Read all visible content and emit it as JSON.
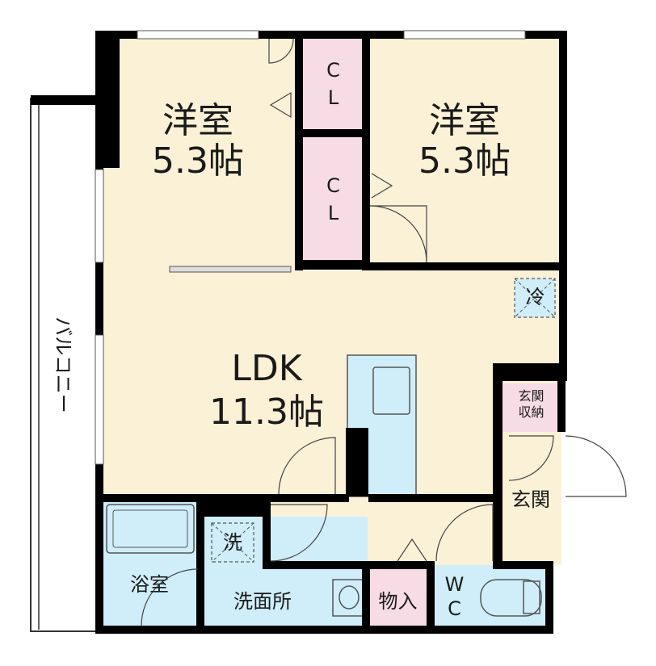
{
  "rooms": {
    "western1": {
      "name": "洋室",
      "size": "5.3帖"
    },
    "western2": {
      "name": "洋室",
      "size": "5.3帖"
    },
    "closet1": {
      "line1": "C",
      "line2": "L"
    },
    "closet2": {
      "line1": "C",
      "line2": "L"
    },
    "ldk": {
      "name": "LDK",
      "size": "11.3帖"
    },
    "refrigerator": "冷",
    "entrance_storage": {
      "line1": "玄関",
      "line2": "収納"
    },
    "entrance": "玄関",
    "bath": "浴室",
    "washroom": "洗面所",
    "washer": "洗",
    "storage": "物入",
    "wc": {
      "line1": "W",
      "line2": "C"
    },
    "balcony": "バルコニー"
  },
  "colors": {
    "room_floor": "#fbf1d6",
    "closet": "#f7dbe5",
    "wet_area": "#cfeefa",
    "wall": "#000000",
    "text": "#1a1a1a"
  }
}
